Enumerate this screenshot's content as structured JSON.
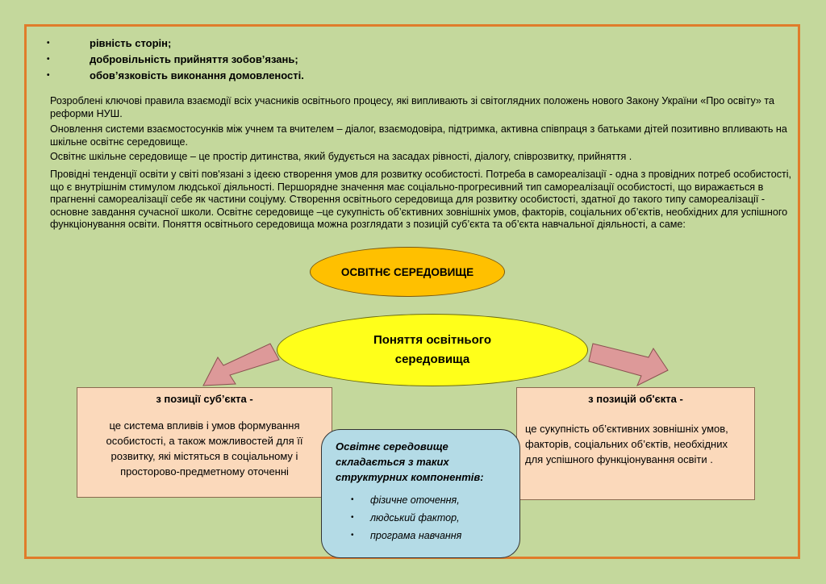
{
  "bullets": [
    "рівність сторін;",
    "добровільність прийняття зобов’язань;",
    "обов’язковість виконання домовленості."
  ],
  "bullet_symbol": "•",
  "paragraphs": [
    "Розроблені ключові правила взаємодії  всіх учасників освітнього процесу, які випливають зі світоглядних положень нового Закону України «Про освіту» та реформи НУШ.",
    "Оновлення системи взаємостосунків між учнем та вчителем – діалог, взаємодовіра, підтримка, активна співпраця з батьками дітей позитивно впливають на шкільне освітнє середовище.",
    "Освітнє шкільне середовище – це простір дитинства, який будується на засадах рівності, діалогу, співрозвитку, прийняття .",
    "Провідні тенденції освіти у світі пов'язані з ідеєю створення умов для розвитку особистості. Потреба в самореалізації - одна з провідних потреб особистості, що є внутрішнім стимулом людської діяльності. Першорядне значення має соціально-прогресивний тип самореалізації особистості, що виражається в прагненні самореалізації себе як частини соціуму. Створення освітнього середовища для розвитку особистості, здатної до такого типу самореалізації - основне завдання сучасної школи. Освітнє середовище –це сукупність об’єктивних зовнішніх умов, факторів, соціальних об’єктів, необхідних для успішного функціонування освіти. Поняття освітнього середовища можна розглядати з позицій суб’єкта та об’єкта навчальної діяльності, а саме:"
  ],
  "diagram": {
    "top_label": "ОСВІТНЄ СЕРЕДОВИЩЕ",
    "center_line1": "Поняття освітнього",
    "center_line2": "середовища",
    "left_box": {
      "header": "з позиції суб’єкта -",
      "body": "це система впливів і умов формування особистості, а також можливостей для її розвитку, які містяться в соціальному і просторово-предметному оточенні"
    },
    "right_box": {
      "header": "з позицій об'єкта -",
      "body": "це сукупність об’єктивних зовнішніх умов, факторів, соціальних об’єктів, необхідних для успішного функціонування освіти ."
    },
    "components": {
      "title_line1": "Освітнє середовище",
      "title_line2": "складається з таких",
      "title_line3": "структурних компонентів:",
      "items": [
        "фізичне оточення,",
        " людський фактор,",
        "програма навчання"
      ]
    }
  },
  "colors": {
    "background": "#c4d89c",
    "frame": "#e07c2a",
    "top_ellipse": "#ffc000",
    "center_ellipse": "#ffff1a",
    "boxes": "#fbd9bb",
    "components_box": "#b4dbe6",
    "arrows": "#dd9999"
  }
}
